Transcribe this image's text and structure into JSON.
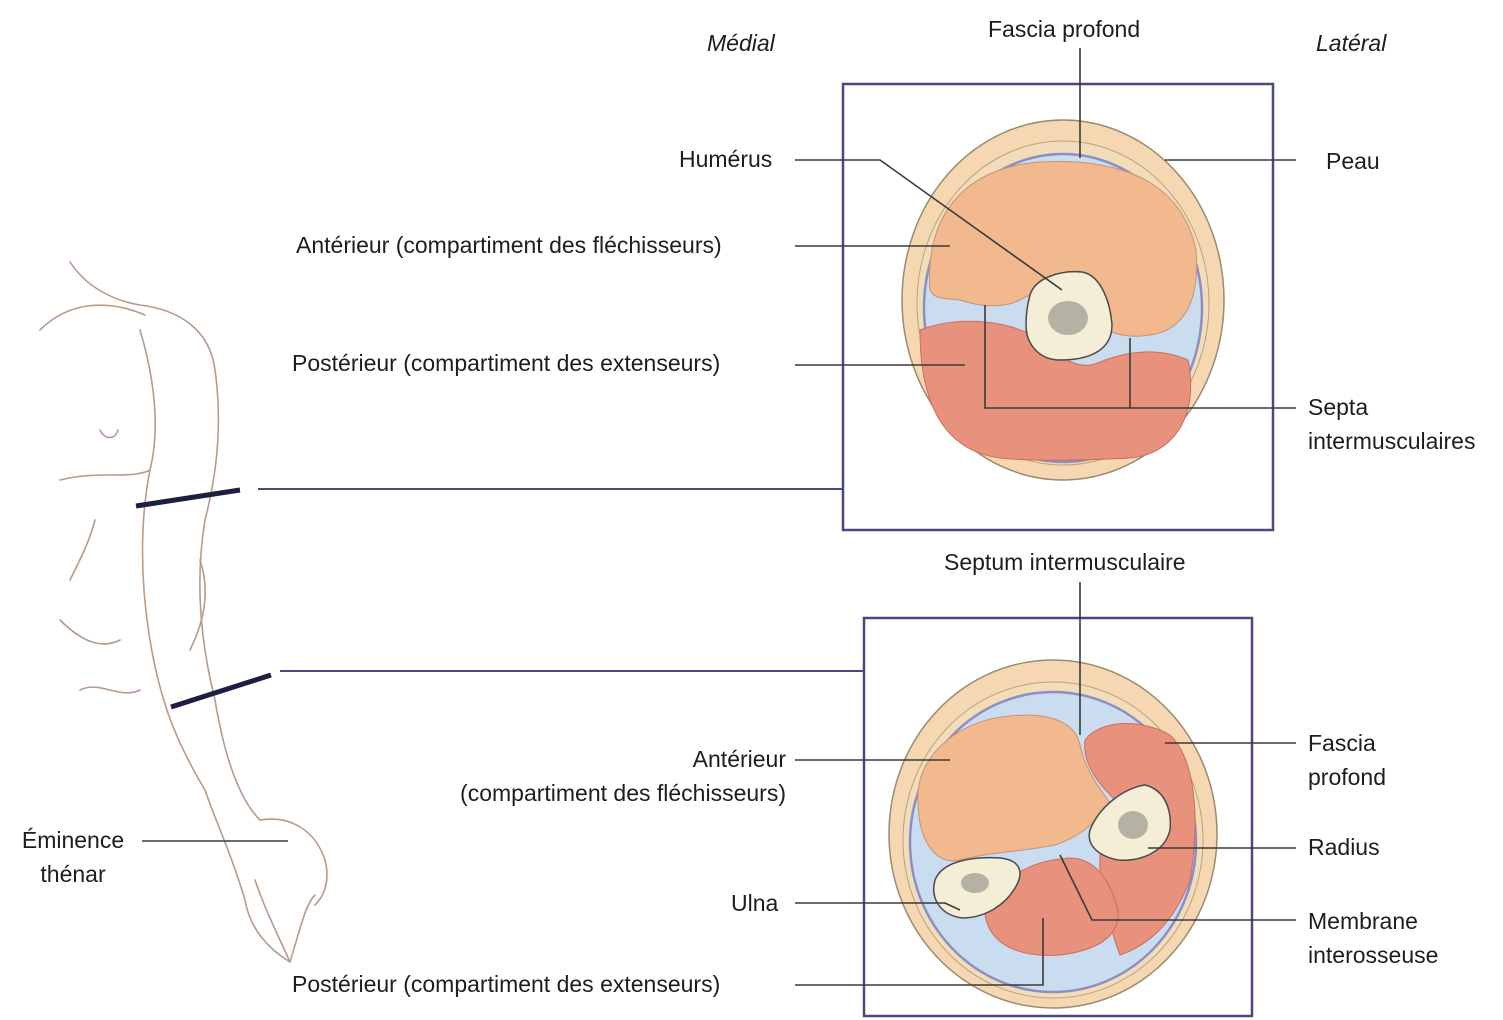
{
  "orientation": {
    "medial": "Médial",
    "lateral": "Latéral"
  },
  "arm_section": {
    "fascia_profond": "Fascia profond",
    "humerus": "Humérus",
    "peau": "Peau",
    "anterieur": "Antérieur (compartiment des fléchisseurs)",
    "posterieur": "Postérieur (compartiment des extenseurs)",
    "septa": [
      "Septa",
      "intermusculaires"
    ]
  },
  "forearm_section": {
    "septum": "Septum intermusculaire",
    "anterieur": [
      "Antérieur",
      "(compartiment des fléchisseurs)"
    ],
    "fascia_profond": [
      "Fascia",
      "profond"
    ],
    "radius": "Radius",
    "ulna": "Ulna",
    "membrane": [
      "Membrane",
      "interosseuse"
    ],
    "posterieur": "Postérieur (compartiment des extenseurs)"
  },
  "limb": {
    "eminence_thenar": [
      "Éminence",
      "thénar"
    ]
  },
  "colors": {
    "frame": "#474a80",
    "leader": "#3a3a3a",
    "skin": "#f5d7b1",
    "fascia": "#8b8fc4",
    "septum_fill": "#c9dcf0",
    "flexor": "#f2b98f",
    "extensor": "#e8917c",
    "bone": "#f3eed5",
    "marrow": "#b5b2a3"
  }
}
